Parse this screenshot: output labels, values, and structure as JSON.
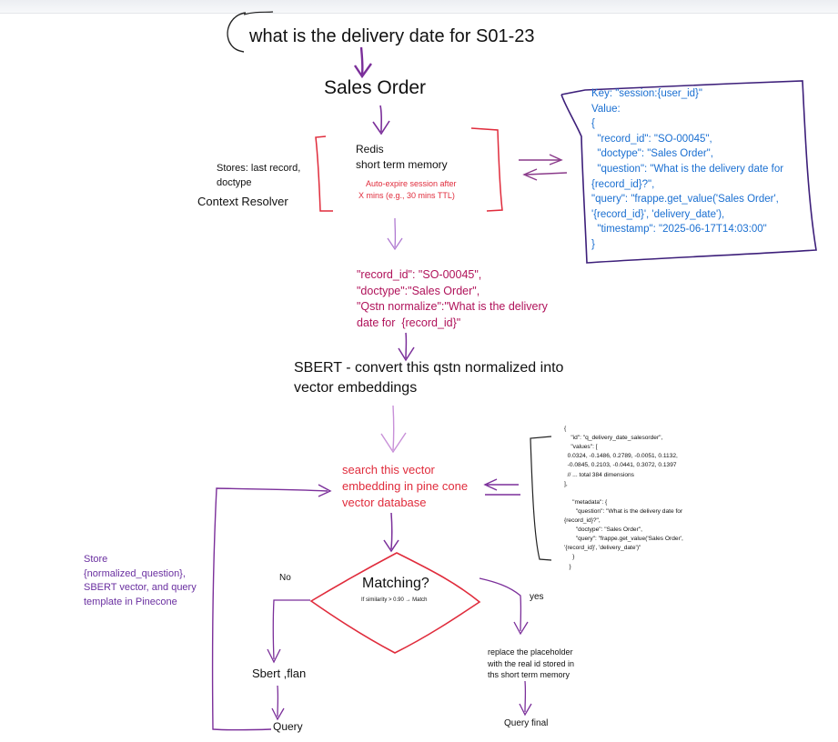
{
  "query_text": "what is the delivery date for S01-23",
  "sales_order": "Sales Order",
  "redis": {
    "line1": "Redis",
    "line2": "short term memory"
  },
  "stores_note": {
    "line1": "Stores: last record,",
    "line2": "doctype"
  },
  "context_resolver": "Context Resolver",
  "ttl_note": {
    "line1": "Auto-expire session after",
    "line2": "X mins (e.g., 30 mins TTL)"
  },
  "session_box": {
    "lines": [
      "Key: \"session:{user_id}\"",
      "Value:",
      "{",
      "  \"record_id\": \"SO-00045\",",
      "  \"doctype\": \"Sales Order\",",
      "  \"question\": \"What is the delivery date for",
      "{record_id}?\",",
      "\"query\": \"frappe.get_value('Sales Order',",
      "'{record_id}', 'delivery_date'),",
      "  \"timestamp\": \"2025-06-17T14:03:00\"",
      "}"
    ]
  },
  "normalized": {
    "lines": [
      "\"record_id\": \"SO-00045\",",
      "\"doctype\":\"Sales Order\",",
      "\"Qstn normalize\":\"What is the delivery",
      "date for  {record_id}\""
    ]
  },
  "sbert": {
    "line1": "SBERT - convert this qstn normalized into",
    "line2": "vector embeddings"
  },
  "search": {
    "line1": "search this vector",
    "line2": "embedding in pine cone",
    "line3": "vector database"
  },
  "vector_box": {
    "lines": [
      "{",
      "    \"id\": \"q_delivery_date_salesorder\",",
      "    \"values\": [",
      "  0.0324, -0.1486, 0.2789, -0.0051, 0.1132,",
      "  -0.0845, 0.2103, -0.0441, 0.3072, 0.1397",
      "  // ... total 384 dimensions",
      "],",
      "",
      "     \"metadata\": {",
      "       \"question\": \"What is the delivery date for",
      "{record_id}?\",",
      "       \"doctype\": \"Sales Order\",",
      "       \"query\": \"frappe.get_value('Sales Order',",
      "'{record_id}', 'delivery_date')\"",
      "     }",
      "   }"
    ]
  },
  "store_note": {
    "lines": [
      "Store",
      "{normalized_question},",
      "SBERT vector, and query",
      "template in Pinecone"
    ]
  },
  "decision": {
    "label": "Matching?",
    "sub": "If similarity > 0.90 → Match"
  },
  "no_label": "No",
  "yes_label": "yes",
  "sbert_flan": "Sbert ,flan",
  "query": "Query",
  "replace_note": {
    "lines": [
      "replace the placeholder",
      "with the real id stored in",
      "ths short term memory"
    ]
  },
  "query_final": "Query final",
  "colors": {
    "purple": "#7b2f9a",
    "red": "#e02c3c",
    "blue": "#1a6fd1",
    "magenta": "#b0125a",
    "navy": "#3d1f7a",
    "lavender": "#b07ad1",
    "violet": "#6a2fa0"
  }
}
